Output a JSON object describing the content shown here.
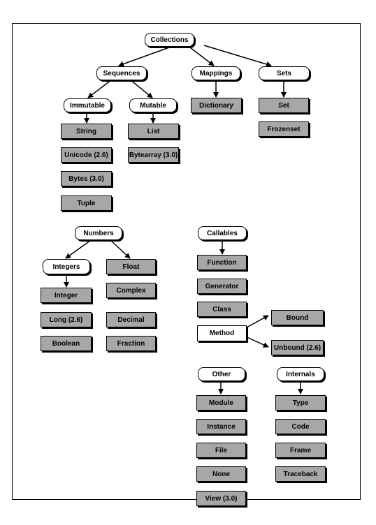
{
  "nodes": {
    "collections": "Collections",
    "sequences": "Sequences",
    "mappings": "Mappings",
    "sets": "Sets",
    "immutable": "Immutable",
    "mutable": "Mutable",
    "string": "String",
    "unicode": "Unicode (2.6)",
    "bytes": "Bytes (3.0)",
    "tuple": "Tuple",
    "list": "List",
    "bytearray": "Bytearray (3.0)",
    "dictionary": "Dictionary",
    "set": "Set",
    "frozenset": "Frozenset",
    "numbers": "Numbers",
    "integers": "Integers",
    "float": "Float",
    "integer": "Integer",
    "long": "Long (2.6)",
    "boolean": "Boolean",
    "complex": "Complex",
    "decimal": "Decimal",
    "fraction": "Fraction",
    "callables": "Callables",
    "function": "Function",
    "generator": "Generator",
    "class": "Class",
    "method": "Method",
    "bound": "Bound",
    "unbound": "Unbound (2.6)",
    "other": "Other",
    "module": "Module",
    "instance": "Instance",
    "file": "File",
    "none": "None",
    "view": "View (3.0)",
    "internals": "Internals",
    "type": "Type",
    "code": "Code",
    "frame": "Frame",
    "traceback": "Traceback"
  }
}
